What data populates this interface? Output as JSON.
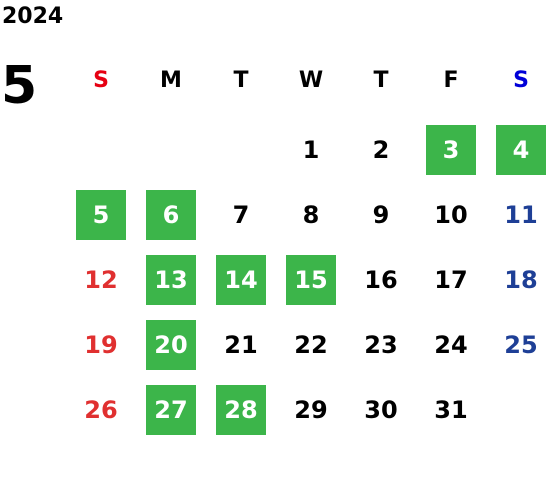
{
  "calendar": {
    "year": "2024",
    "month": "5",
    "weekdays": [
      "S",
      "M",
      "T",
      "W",
      "T",
      "F",
      "S"
    ],
    "first_weekday_index": 3,
    "days_in_month": 31,
    "highlighted_days": [
      3,
      4,
      5,
      6,
      13,
      14,
      15,
      20,
      27,
      28
    ],
    "colors": {
      "weekday_text": "#000000",
      "sunday_header": "#e60012",
      "saturday_header": "#0000d8",
      "sunday_day": "#e03030",
      "saturday_day": "#1e3f96",
      "highlight_bg": "#3cb54a",
      "highlight_text": "#ffffff"
    }
  }
}
